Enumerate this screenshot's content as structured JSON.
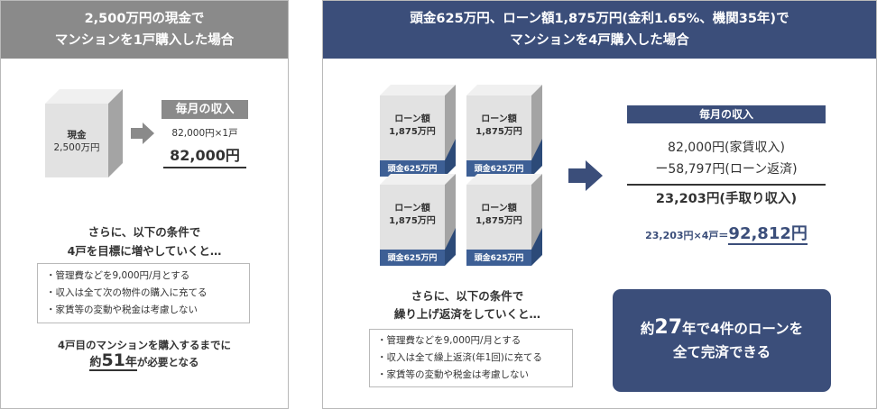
{
  "left": {
    "header_line1": "2,500万円の現金で",
    "header_line2": "マンションを1戸購入した場合",
    "cube_label_line1": "現金",
    "cube_label_line2": "2,500万円",
    "income_tag": "毎月の収入",
    "income_calc": "82,000円×1戸",
    "income_total": "82,000円",
    "condition_line1": "さらに、以下の条件で",
    "condition_line2": "4戸を目標に増やしていくと…",
    "conditions": [
      "・管理費などを9,000円/月とする",
      "・収入は全て次の物件の購入に充てる",
      "・家賃等の変動や税金は考慮しない"
    ],
    "result_line1": "4戸目のマンションを購入するまでに",
    "result_prefix": "約",
    "result_years": "51",
    "result_unit": "年",
    "result_suffix": "が必要となる"
  },
  "right": {
    "header_line1": "頭金625万円、ローン額1,875万円(金利1.65%、機関35年)で",
    "header_line2": "マンションを4戸購入した場合",
    "cubes": [
      {
        "line1": "ローン額",
        "line2": "1,875万円",
        "deposit": "頭金625万円"
      },
      {
        "line1": "ローン額",
        "line2": "1,875万円",
        "deposit": "頭金625万円"
      },
      {
        "line1": "ローン額",
        "line2": "1,875万円",
        "deposit": "頭金625万円"
      },
      {
        "line1": "ローン額",
        "line2": "1,875万円",
        "deposit": "頭金625万円"
      }
    ],
    "income_tag": "毎月の収入",
    "rent_income": "82,000円(家賃収入)",
    "loan_repay": "ー58,797円(ローン返済)",
    "net_income": "23,203円(手取り収入)",
    "calc_prefix": "23,203円×4戸＝",
    "calc_total": "92,812円",
    "condition_line1": "さらに、以下の条件で",
    "condition_line2": "繰り上げ返済をしていくと…",
    "conditions": [
      "・管理費などを9,000円/月とする",
      "・収入は全て繰上返済(年1回)に充てる",
      "・家賃等の変動や税金は考慮しない"
    ],
    "result_prefix": "約",
    "result_years": "27",
    "result_unit": "年",
    "result_suffix": "で4件のローンを",
    "result_line2": "全て完済できる"
  },
  "colors": {
    "navy": "#3b4e7a",
    "gray_header": "#8a8a8a",
    "cube_blue": "#3d5f95"
  }
}
